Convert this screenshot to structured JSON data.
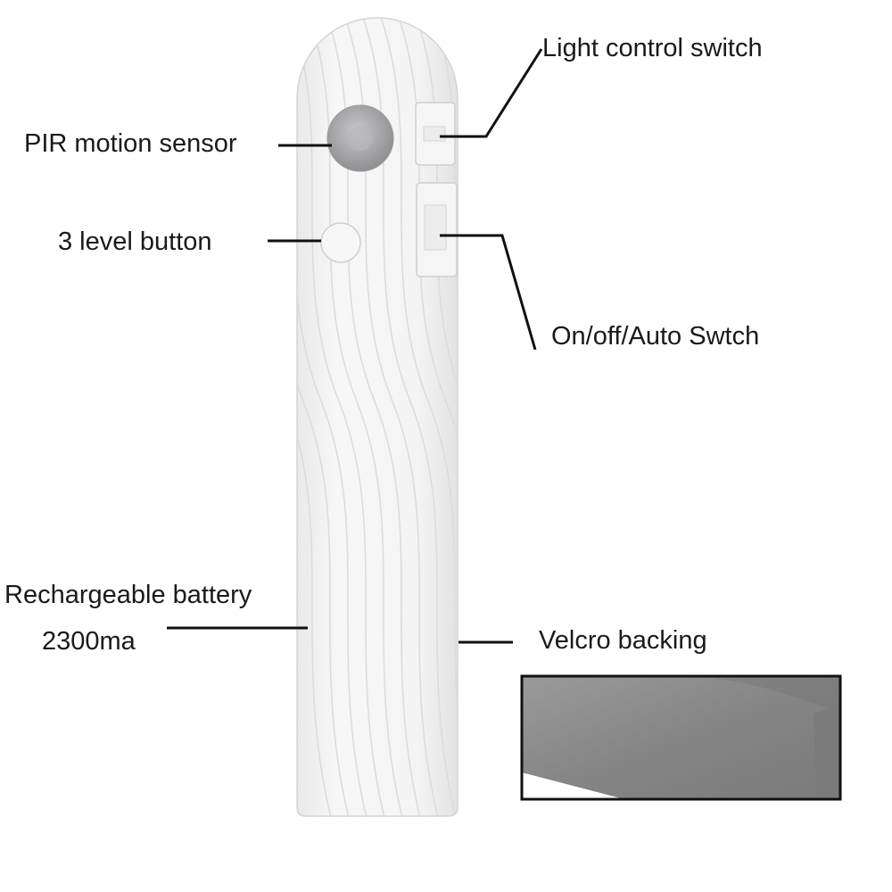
{
  "labels": {
    "light_control_switch": "Light control switch",
    "pir_motion_sensor": "PIR motion sensor",
    "three_level_button": "3 level button",
    "on_off_auto_switch": "On/off/Auto Swtch",
    "battery_line1": "Rechargeable battery",
    "battery_line2": "2300ma",
    "velcro_backing": "Velcro backing"
  },
  "colors": {
    "device_body": "#f2f2f2",
    "device_edge": "#d6d6d6",
    "sensor_dome": "#a9a9ab",
    "leader_line": "#111111",
    "velcro_fill": "#8a8a8a"
  }
}
